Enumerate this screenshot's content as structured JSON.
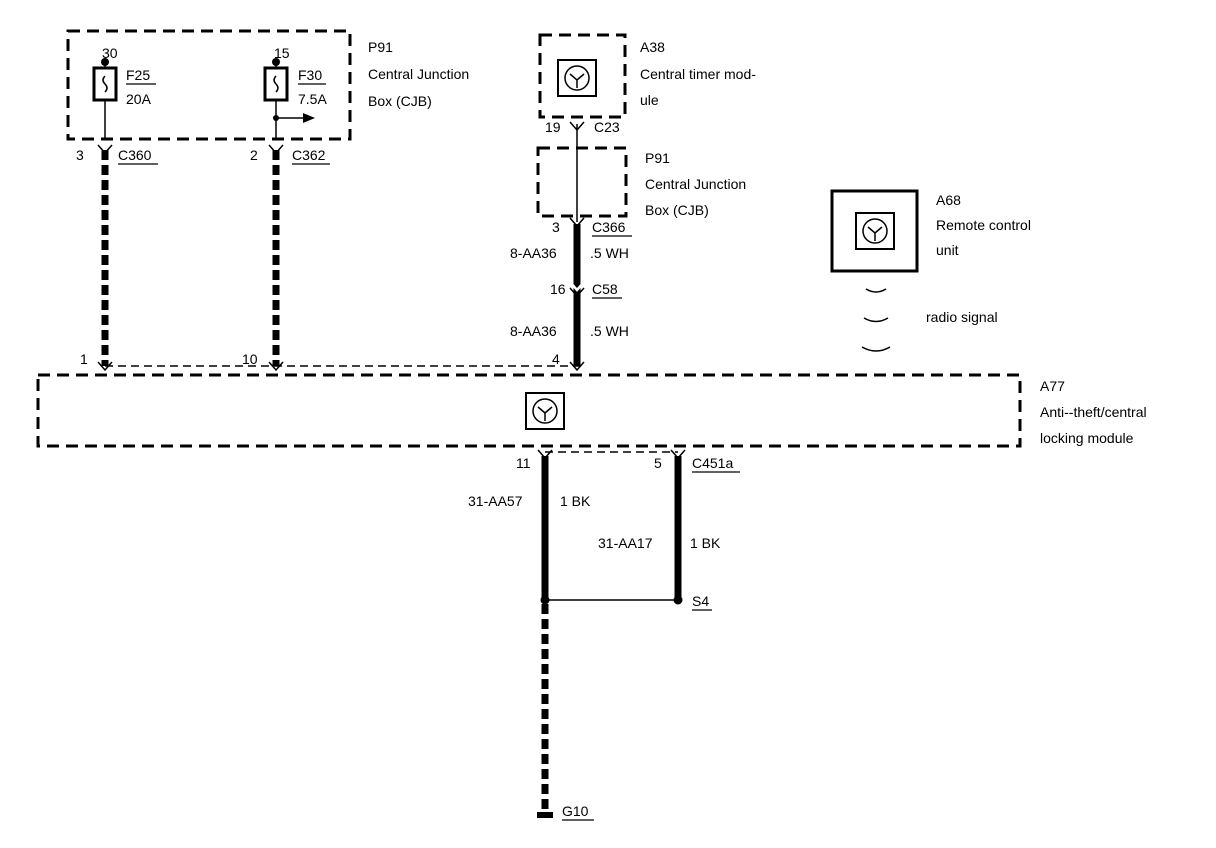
{
  "components": {
    "p91_top": {
      "ref": "P91",
      "line1": "Central Junction",
      "line2": "Box (CJB)"
    },
    "p91_mid": {
      "ref": "P91",
      "line1": "Central Junction",
      "line2": "Box (CJB)"
    },
    "a38": {
      "ref": "A38",
      "line1": "Central timer mod-",
      "line2": "ule"
    },
    "a68": {
      "ref": "A68",
      "line1": "Remote control",
      "line2": "unit"
    },
    "a77": {
      "ref": "A77",
      "line1": "Anti--theft/central",
      "line2": "locking module"
    }
  },
  "fuses": [
    {
      "terminal": "30",
      "name": "F25",
      "rating": "20A"
    },
    {
      "terminal": "15",
      "name": "F30",
      "rating": "7.5A"
    }
  ],
  "connectors": {
    "c360": {
      "pin": "3",
      "name": "C360"
    },
    "c362": {
      "pin": "2",
      "name": "C362"
    },
    "c23": {
      "pin": "19",
      "name": "C23"
    },
    "c366": {
      "pin": "3",
      "name": "C366"
    },
    "c58": {
      "pin": "16",
      "name": "C58"
    },
    "c451a": {
      "pin": "5",
      "name": "C451a"
    }
  },
  "a77_pins": {
    "p1": "1",
    "p10": "10",
    "p4": "4",
    "p11": "11"
  },
  "wires": {
    "w1": {
      "circuit": "8-AA36",
      "spec": ".5 WH"
    },
    "w2": {
      "circuit": "8-AA36",
      "spec": ".5 WH"
    },
    "w3": {
      "circuit": "31-AA57",
      "spec": "1 BK"
    },
    "w4": {
      "circuit": "31-AA17",
      "spec": "1 BK"
    }
  },
  "splice": "S4",
  "ground": "G10",
  "radio_label": "radio signal"
}
